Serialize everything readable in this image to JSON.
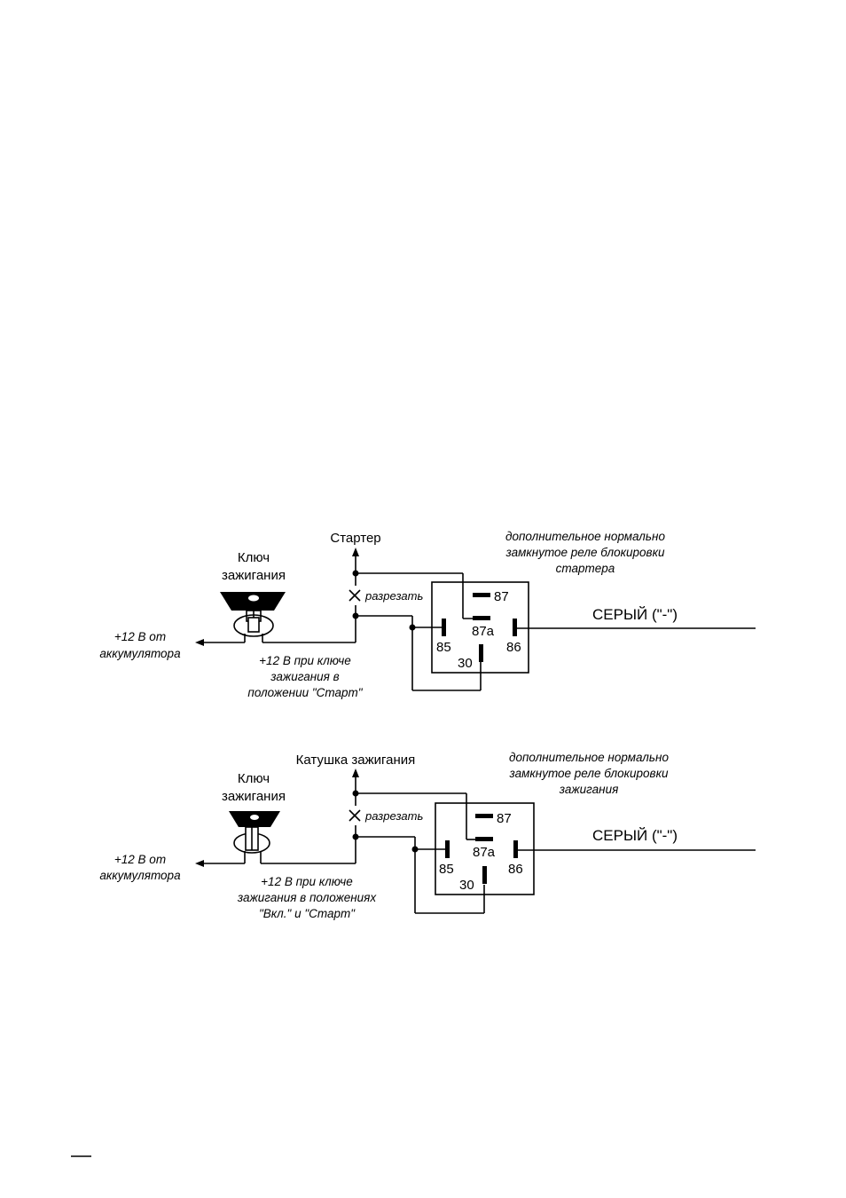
{
  "diagrams": [
    {
      "target_label": "Стартер",
      "ignition_key_label": [
        "Ключ",
        "зажигания"
      ],
      "battery_label": [
        "+12 В от",
        "аккумулятора"
      ],
      "cut_label": "разрезать",
      "ignition_position_label": [
        "+12 В при ключе",
        "зажигания в",
        "положении \"Старт\""
      ],
      "relay_label": [
        "дополнительное нормально",
        "замкнутое реле блокировки",
        "стартера"
      ],
      "pins": {
        "p87": "87",
        "p87a": "87a",
        "p85": "85",
        "p86": "86",
        "p30": "30"
      },
      "wire_label": "СЕРЫЙ (\"-\")"
    },
    {
      "target_label": "Катушка зажигания",
      "ignition_key_label": [
        "Ключ",
        "зажигания"
      ],
      "battery_label": [
        "+12 В от",
        "аккумулятора"
      ],
      "cut_label": "разрезать",
      "ignition_position_label": [
        "+12 В при ключе",
        "зажигания в положениях",
        "\"Вкл.\" и \"Старт\""
      ],
      "relay_label": [
        "дополнительное нормально",
        "замкнутое реле блокировки",
        "зажигания"
      ],
      "pins": {
        "p87": "87",
        "p87a": "87a",
        "p85": "85",
        "p86": "86",
        "p30": "30"
      },
      "wire_label": "СЕРЫЙ (\"-\")"
    }
  ]
}
